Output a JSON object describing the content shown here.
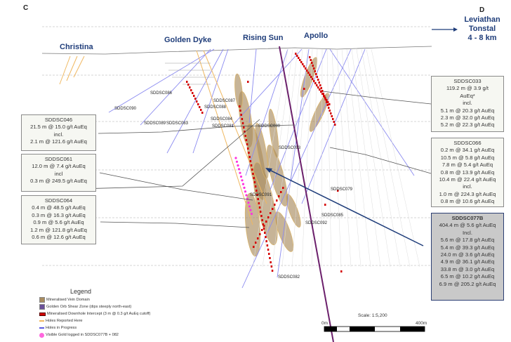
{
  "section": {
    "start_label": "C",
    "end_label": "D"
  },
  "prospects": [
    "Christina",
    "Golden Dyke",
    "Rising Sun",
    "Apollo"
  ],
  "direction_note": {
    "line1": "Leviathan",
    "line2": "Tonstal",
    "line3": "4 - 8 km"
  },
  "intercept_boxes": [
    {
      "hole": "SDDSC046",
      "lines": [
        "21.5 m @ 15.0 g/t AuEq",
        "incl.",
        "2.1 m @ 121.6 g/t AuEq"
      ]
    },
    {
      "hole": "SDDSC061",
      "lines": [
        "12.0 m @ 7.4 g/t AuEq",
        "incl",
        "0.3 m @ 249.5 g/t AuEq"
      ]
    },
    {
      "hole": "SDDSC064",
      "lines": [
        "0.4 m @ 48.5 g/t AuEq",
        "0.3 m @ 16.3 g/t AuEq",
        "0.9 m @ 5.6 g/t AuEq",
        "1.2 m @ 121.8 g/t AuEq",
        "0.6 m @ 12.6 g/t AuEq"
      ]
    },
    {
      "hole": "SDDSC033",
      "lines": [
        "119.2 m @ 3.9 g/t",
        "AuEq*",
        "incl.",
        "5.1 m @ 20.3 g/t AuEq",
        "2.3 m @ 32.0 g/t AuEq",
        "5.2 m @ 22.3 g/t AuEq"
      ]
    },
    {
      "hole": "SDDSC066",
      "lines": [
        "0.2 m @ 34.1 g/t AuEq",
        "10.5 m @ 5.8 g/t AuEq",
        "7.8 m @ 5.4 g/t AuEq",
        "0.8 m @ 13.9 g/t AuEq",
        "10.4 m @ 22.4 g/t AuEq",
        "incl.",
        "1.0 m @ 224.3 g/t AuEq",
        "0.8 m @ 10.6 g/t AuEq"
      ]
    },
    {
      "hole": "SDDSC077B",
      "lines": [
        "404.4 m @ 5.6 g/t AuEq",
        "Incl.",
        "5.6 m @ 17.8 g/t AuEq",
        "5.4 m @ 39.3 g/t AuEq",
        "24.0 m @ 3.6 g/t AuEq",
        "4.9 m @ 36.1 g/t AuEq",
        "33.8 m @ 3.0 g/t AuEq",
        "6.5 m @ 10.2 g/t AuEq",
        "6.9 m @ 205.2 g/t AuEq"
      ]
    }
  ],
  "hole_labels": [
    "SDDSC090",
    "SDDSC086",
    "SDDSC089",
    "SDDSC083",
    "SDDSC087",
    "SDDSC088",
    "SDDSC084",
    "SDDSC081",
    "SDDSC080",
    "SDDSC093",
    "SDDSC079",
    "SDDSC091",
    "SDDSC085",
    "SDDSC092",
    "SDDSC082"
  ],
  "legend": {
    "title": "Legend",
    "items": [
      {
        "label": "Mineralised Vein Domain",
        "color": "#a98c5f",
        "kind": "box"
      },
      {
        "label": "Golden Orb Shear Zone (dips steeply north-east)",
        "color": "#6a4f99",
        "kind": "box"
      },
      {
        "label": "Mineralised Downhole Intercept (3 m @ 0.3 g/t AuEq cutoff)",
        "color": "#d40000",
        "kind": "bar"
      },
      {
        "label": "Holes Reported Here",
        "color": "#f0b860",
        "kind": "line"
      },
      {
        "label": "Holes in Progress",
        "color": "#5a5ae0",
        "kind": "line"
      },
      {
        "label": "Visible Gold logged in SDDSC077B + 082",
        "color": "#ff66dd",
        "kind": "dot"
      }
    ]
  },
  "scale": {
    "label": "Scale: 1:5,200",
    "start": "0m",
    "end": "400m"
  },
  "colors": {
    "accent": "#1f3d7a",
    "hole_progress": "#8a8af0",
    "hole_reported": "#f0b860",
    "intercept": "#d40000",
    "vein": "#a98c5f",
    "shear": "#6b1f6b",
    "visible_gold": "#ff33dd"
  }
}
